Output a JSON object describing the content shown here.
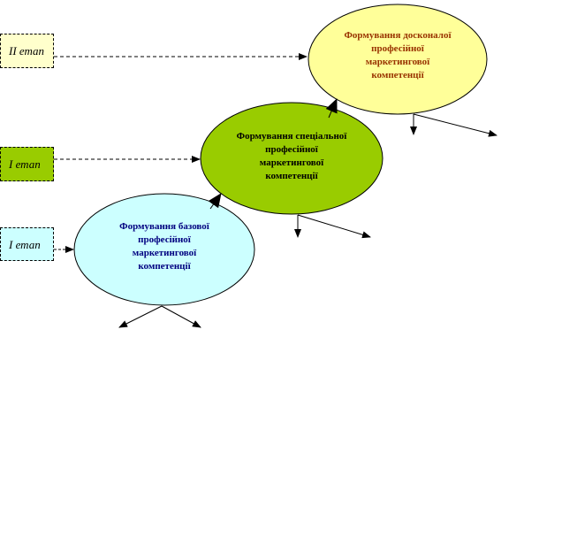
{
  "stages": [
    {
      "label": "II етап",
      "fill": "#ffffcc"
    },
    {
      "label": "I етап",
      "fill": "#99cc00"
    },
    {
      "label": "I етап",
      "fill": "#ccffff"
    }
  ],
  "nodes": [
    {
      "lines": [
        "Формування досконалої",
        "професійної",
        "маркетингової",
        "компетенції"
      ],
      "fill": "#ffff99",
      "text_color": "#993300"
    },
    {
      "lines": [
        "Формування спеціальної",
        "професійної",
        "маркетингової",
        "компетенції"
      ],
      "fill": "#99cc00",
      "text_color": "#000000"
    },
    {
      "lines": [
        "Формування базової",
        "професійної",
        "маркетингової",
        "компетенції"
      ],
      "fill": "#ccffff",
      "text_color": "#000080"
    }
  ]
}
